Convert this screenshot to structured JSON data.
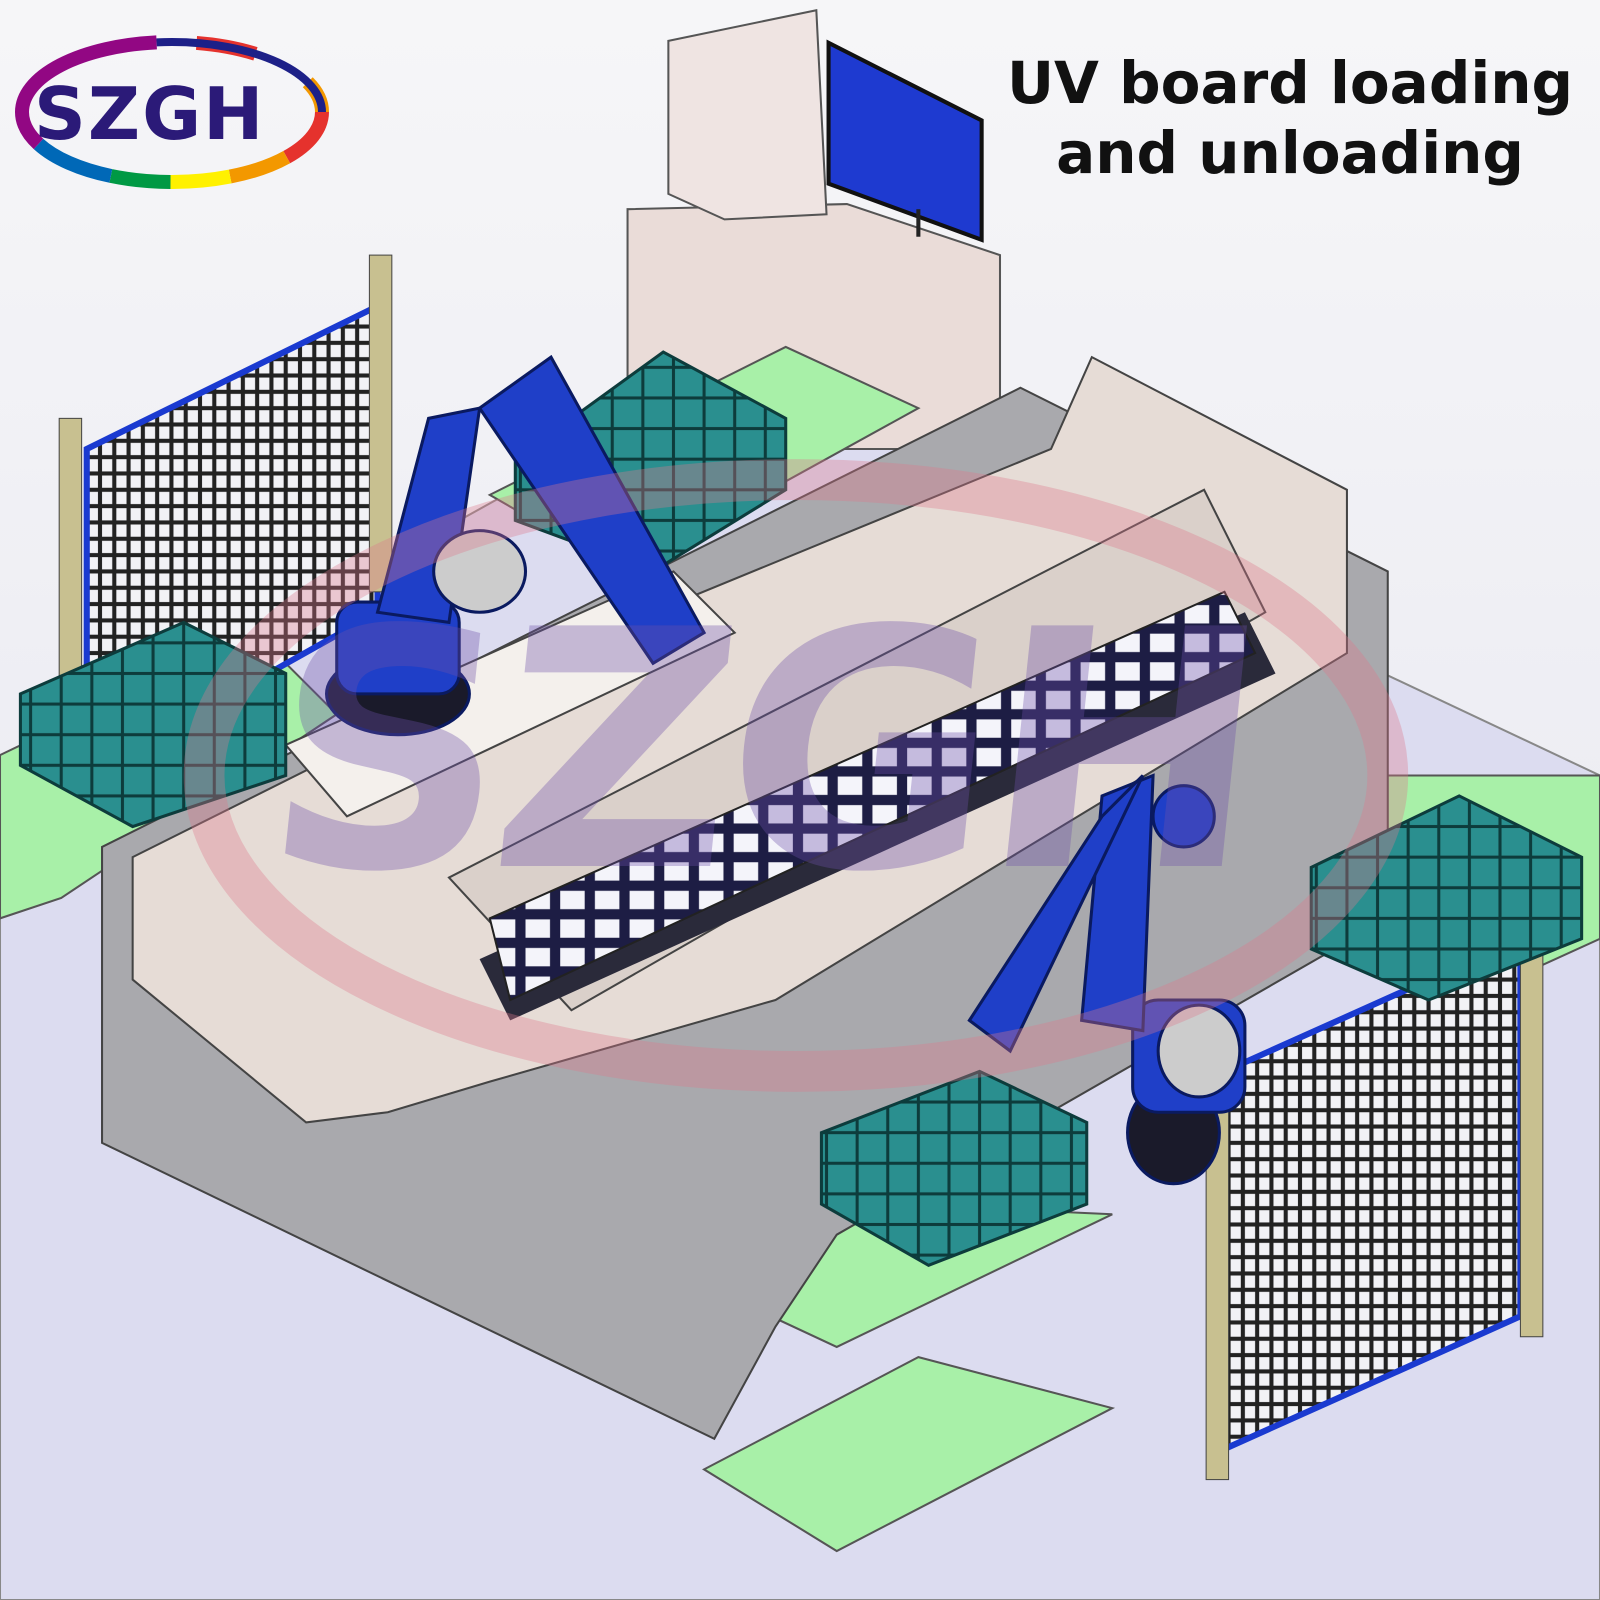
{
  "logo": {
    "text": "SZGH",
    "ring_colors": [
      "#e5322d",
      "#f39800",
      "#fff100",
      "#009944",
      "#0068b7",
      "#1d2088",
      "#920783"
    ]
  },
  "title": {
    "line1": "UV board loading",
    "line2": "and unloading"
  },
  "watermark": {
    "text": "SZGH"
  },
  "colors": {
    "robot": "#1f3fc8",
    "bin": "#2a8f8f",
    "table_top": "#a8f0a8",
    "floor": "#dcdcf0",
    "machine": "#e6dcd6",
    "belt": "#2a2a3a"
  }
}
